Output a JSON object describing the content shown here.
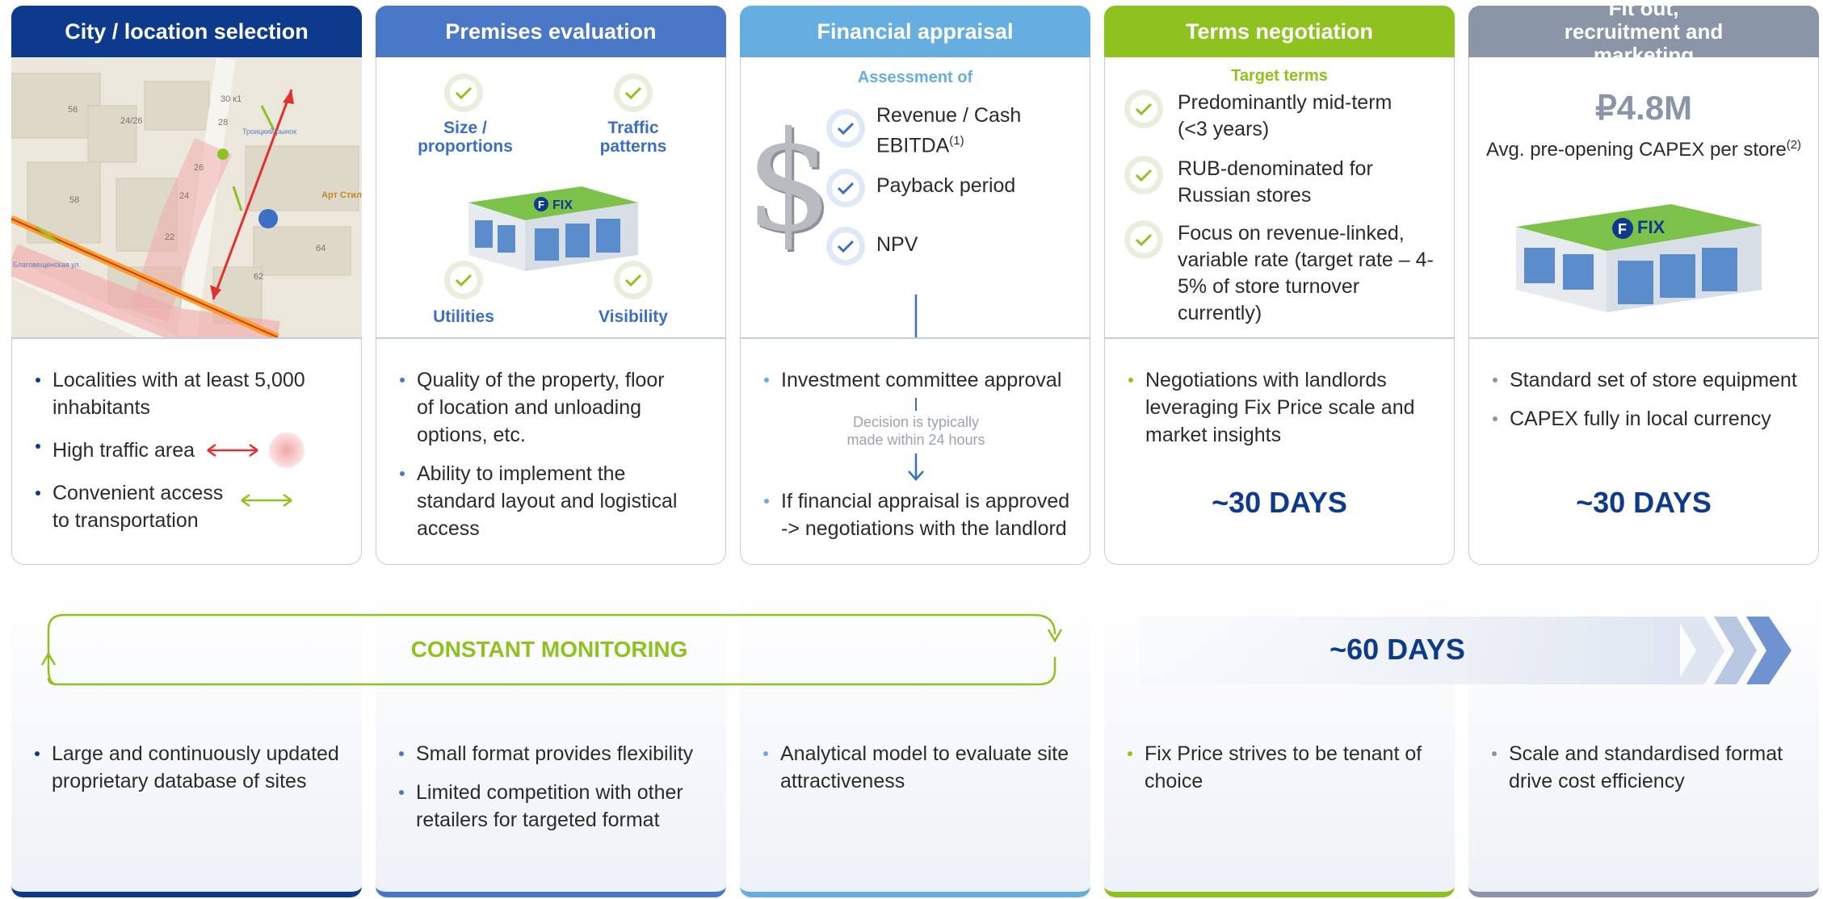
{
  "columns": [
    {
      "title": "City / location selection",
      "header_color": "#0d3a8c",
      "bullets": [
        "Localities with at least 5,000 inhabitants",
        "High traffic area",
        "Convenient access to transportation"
      ],
      "bottom_bullets": [
        "Large and continuously updated proprietary database of sites"
      ],
      "map": {
        "street_labels": [
          "56",
          "24/26",
          "28",
          "30 к1",
          "26",
          "24",
          "58",
          "22",
          "64",
          "62"
        ],
        "poi_label": "Арт Стиль",
        "bus_stop_label": "Троицкий рынок",
        "left_stop_label": "Благовещенская ул."
      }
    },
    {
      "title": "Premises evaluation",
      "header_color": "#4a78c6",
      "checks": [
        "Size / proportions",
        "Traffic patterns",
        "Utilities",
        "Visibility"
      ],
      "bullets": [
        "Quality of the property, floor of location and unloading options, etc.",
        "Ability to implement the standard layout and logistical access"
      ],
      "bottom_bullets": [
        "Small format provides flexibility",
        "Limited competition with other retailers for targeted format"
      ]
    },
    {
      "title": "Financial appraisal",
      "header_color": "#67aee0",
      "assessment_title": "Assessment of",
      "assessment_items": [
        "Revenue / Cash EBITDA",
        "Payback period",
        "NPV"
      ],
      "footnote_1": "(1)",
      "bullets": [
        "Investment committee approval",
        "If financial appraisal is approved -> negotiations with the landlord"
      ],
      "decision_note": "Decision is typically made within 24 hours",
      "bottom_bullets": [
        "Analytical model to evaluate site attractiveness"
      ]
    },
    {
      "title": "Terms negotiation",
      "header_color": "#8dc21f",
      "target_title": "Target terms",
      "target_items": [
        "Predominantly mid-term (<3 years)",
        "RUB-denominated for Russian stores",
        "Focus on revenue-linked, variable rate (target rate – 4-5% of store turnover currently)"
      ],
      "bullets": [
        "Negotiations with landlords leveraging Fix Price scale and market insights"
      ],
      "days": "~30 DAYS",
      "bottom_bullets": [
        "Fix Price strives to be tenant of choice"
      ]
    },
    {
      "title": "Fit out, recruitment and marketing",
      "header_color": "#8a95a8",
      "capex_value": "₽4.8M",
      "capex_label": "Avg. pre-opening CAPEX per store",
      "footnote_2": "(2)",
      "bullets": [
        "Standard set of store equipment",
        "CAPEX fully in local currency"
      ],
      "days": "~30 DAYS",
      "bottom_bullets": [
        "Scale and standardised format drive cost efficiency"
      ]
    }
  ],
  "monitoring_label": "CONSTANT MONITORING",
  "total_days": "~60 DAYS",
  "store_sign": "FIX",
  "store_logo": "F",
  "colors": {
    "navy": "#0d3a8c",
    "blue": "#4a78c6",
    "light_blue": "#67aee0",
    "green": "#8dc21f",
    "grey": "#8a95a8"
  }
}
